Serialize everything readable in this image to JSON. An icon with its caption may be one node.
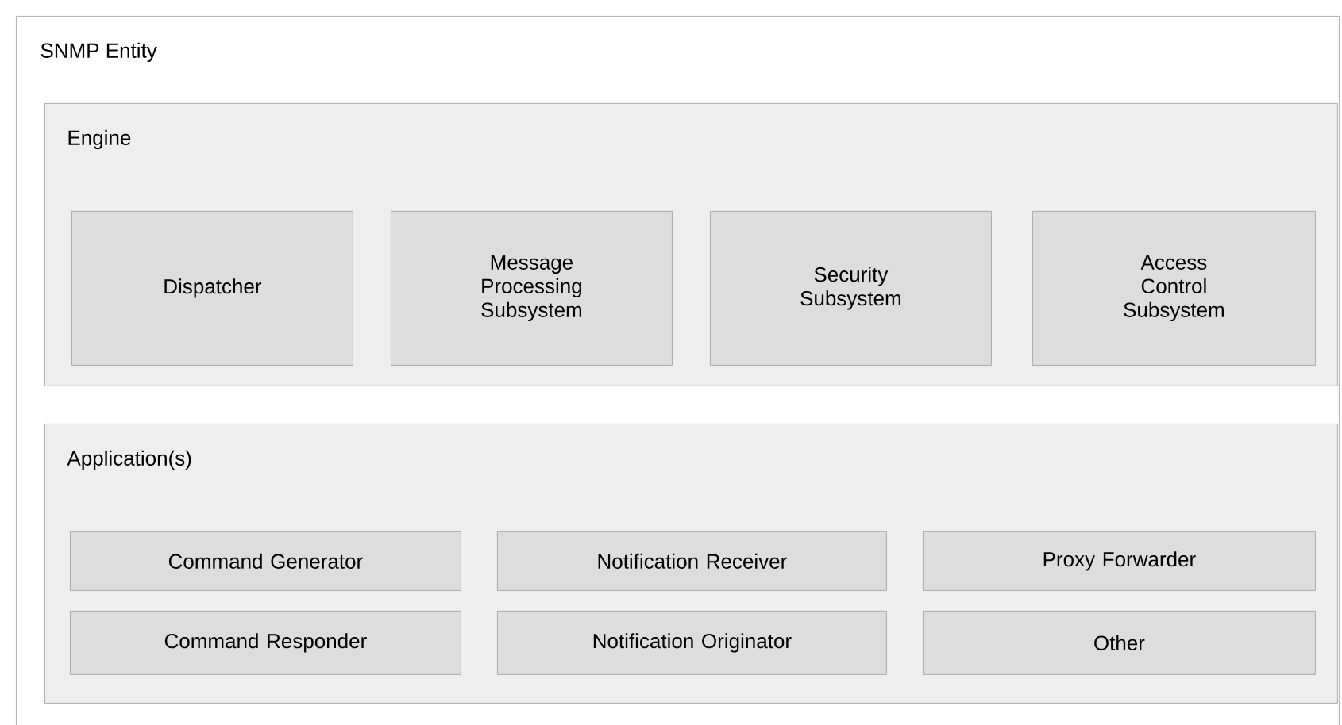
{
  "diagram": {
    "nodes": [
      {
        "text": [
          "SNMP Entity"
        ]
      },
      {
        "text": [
          "Engine"
        ],
        "in": 0
      },
      {
        "text": [
          "Dispatcher"
        ],
        "in": 1
      },
      {
        "text": [
          "Message Processing Subsystem"
        ],
        "in": 1
      },
      {
        "text": [
          "Security Subsystem"
        ],
        "in": 1
      },
      {
        "text": [
          "Access Control Subsystem"
        ],
        "in": 1
      },
      {
        "text": [
          "Application(s)"
        ],
        "in": 0
      },
      {
        "text": [
          "Command Generator"
        ],
        "in": 6
      },
      {
        "text": [
          "Notification Receiver"
        ],
        "in": 6
      },
      {
        "text": [
          "Proxy Forwarder"
        ],
        "in": 6
      },
      {
        "text": [
          "Command Responder"
        ],
        "in": 6
      },
      {
        "text": [
          "Notification Originator"
        ],
        "in": 6
      },
      {
        "text": [
          "Other"
        ],
        "in": 6
      }
    ]
  }
}
